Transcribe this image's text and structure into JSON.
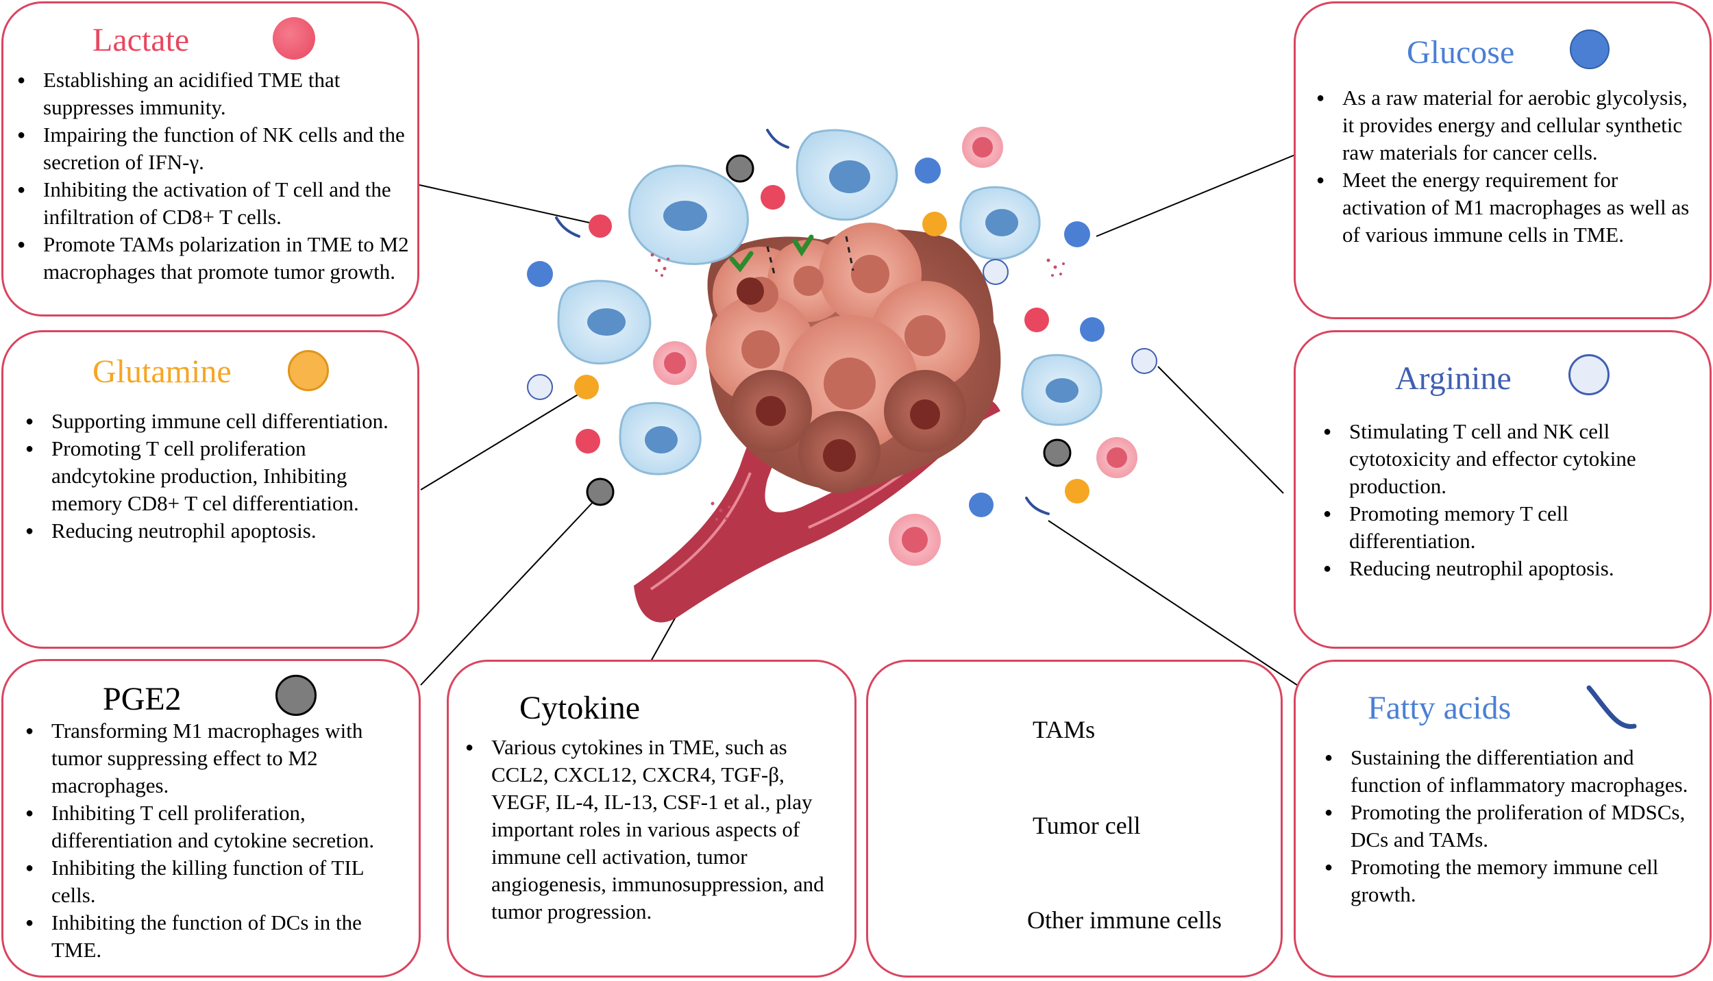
{
  "colors": {
    "border": "#d9455f",
    "lactate": "#e8475f",
    "glutamine": "#f5a623",
    "glucose": "#4a7fd4",
    "arginine": "#3f5fb0",
    "fatty_acids": "#4a7fd4",
    "pge2_dot": "#7d7d7d"
  },
  "lactate": {
    "title": "Lactate",
    "items": [
      "Establishing an acidified TME that suppresses immunity.",
      "Impairing the function of NK cells and the secretion of IFN-γ.",
      "Inhibiting the activation of T cell and the infiltration of CD8+  T cells.",
      "Promote TAMs polarization in TME to M2 macrophages that promote tumor growth."
    ]
  },
  "glutamine": {
    "title": "Glutamine",
    "items": [
      "Supporting immune cell differentiation.",
      "Promoting T cell proliferation andcytokine production, Inhibiting memory CD8+ T cel differentiation.",
      "Reducing neutrophil apoptosis."
    ]
  },
  "pge2": {
    "title": "PGE2",
    "items": [
      "Transforming M1 macrophages with tumor suppressing effect to M2 macrophages.",
      "Inhibiting T cell proliferation, differentiation and cytokine secretion.",
      "Inhibiting the killing function of TIL cells.",
      "Inhibiting the function of DCs in the TME."
    ]
  },
  "cytokine": {
    "title": "Cytokine",
    "items": [
      "Various cytokines in TME, such as CCL2, CXCL12, CXCR4, TGF-β, VEGF, IL-4, IL-13, CSF-1 et al., play important roles in various aspects of immune cell activation, tumor angiogenesis, immunosuppression, and tumor progression."
    ]
  },
  "legend": {
    "tams": "TAMs",
    "tumor": "Tumor cell",
    "other": "Other immune cells"
  },
  "glucose": {
    "title": "Glucose",
    "items": [
      "As a raw material for aerobic glycolysis, it provides energy and cellular synthetic raw materials for cancer cells.",
      "Meet the energy requirement for activation of M1 macrophages as well as of various immune cells in TME."
    ]
  },
  "arginine": {
    "title": "Arginine",
    "items": [
      "Stimulating T cell and NK cell cytotoxicity and effector cytokine production.",
      "Promoting memory T cell differentiation.",
      "Reducing neutrophil apoptosis."
    ]
  },
  "fatty_acids": {
    "title": "Fatty acids",
    "items": [
      "Sustaining the differentiation and function of inflammatory macrophages.",
      "Promoting the proliferation of MDSCs, DCs and TAMs.",
      "Promoting the memory immune cell growth."
    ]
  }
}
